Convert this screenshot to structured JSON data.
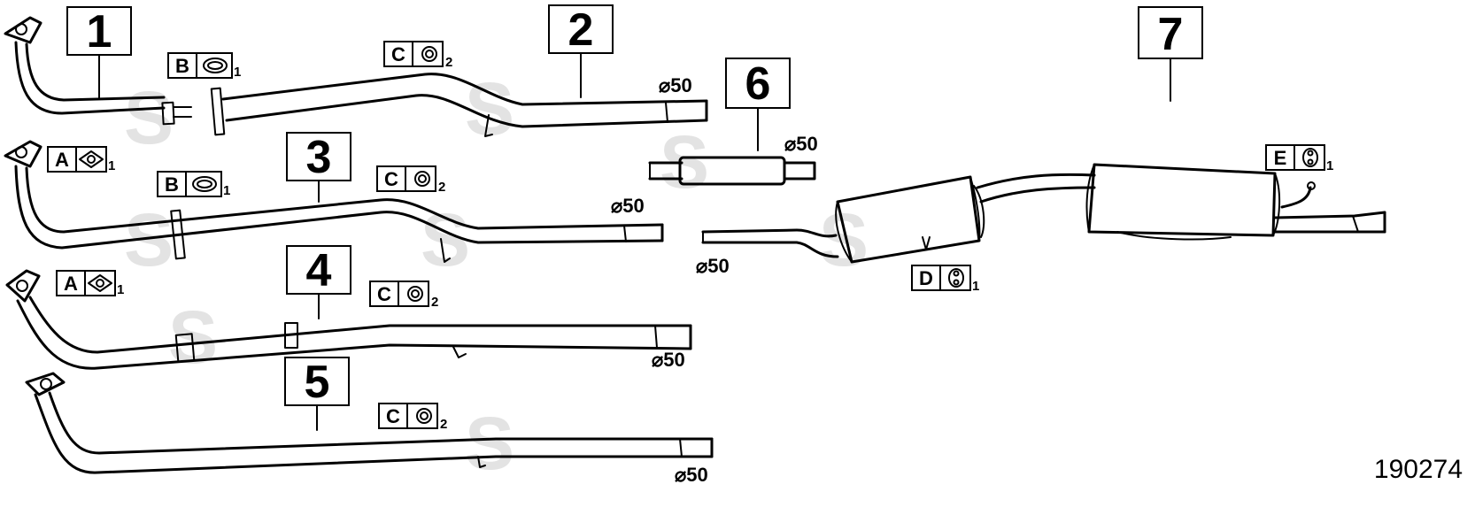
{
  "callouts": {
    "c1": "1",
    "c2": "2",
    "c3": "3",
    "c4": "4",
    "c5": "5",
    "c6": "6",
    "c7": "7"
  },
  "parts": {
    "b1": {
      "letter": "B",
      "qty": "1",
      "icon": "gasket-ring-icon"
    },
    "c2": {
      "letter": "C",
      "qty": "2",
      "icon": "clamp-ring-icon"
    },
    "a3": {
      "letter": "A",
      "qty": "1",
      "icon": "flange-gasket-icon"
    },
    "b3": {
      "letter": "B",
      "qty": "1",
      "icon": "gasket-ring-icon"
    },
    "c3": {
      "letter": "C",
      "qty": "2",
      "icon": "clamp-ring-icon"
    },
    "a4": {
      "letter": "A",
      "qty": "1",
      "icon": "flange-gasket-icon"
    },
    "c4": {
      "letter": "C",
      "qty": "2",
      "icon": "clamp-ring-icon"
    },
    "c5": {
      "letter": "C",
      "qty": "2",
      "icon": "clamp-ring-icon"
    },
    "d7": {
      "letter": "D",
      "qty": "1",
      "icon": "rubber-hanger-icon"
    },
    "e7": {
      "letter": "E",
      "qty": "1",
      "icon": "rubber-hanger-icon"
    }
  },
  "diameters": {
    "d2": "⌀50",
    "d3": "⌀50",
    "d4": "⌀50",
    "d5": "⌀50",
    "d6": "⌀50",
    "d7": "⌀50"
  },
  "watermark": "S",
  "reference_number": "190274"
}
